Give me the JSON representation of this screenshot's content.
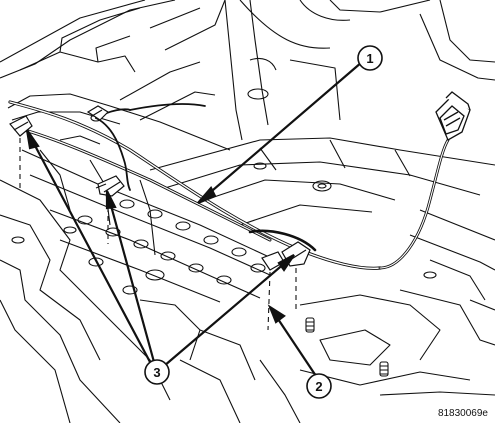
{
  "figure": {
    "callouts": [
      {
        "label": "1"
      },
      {
        "label": "2"
      },
      {
        "label": "3"
      }
    ],
    "figure_number": "81830069e"
  }
}
